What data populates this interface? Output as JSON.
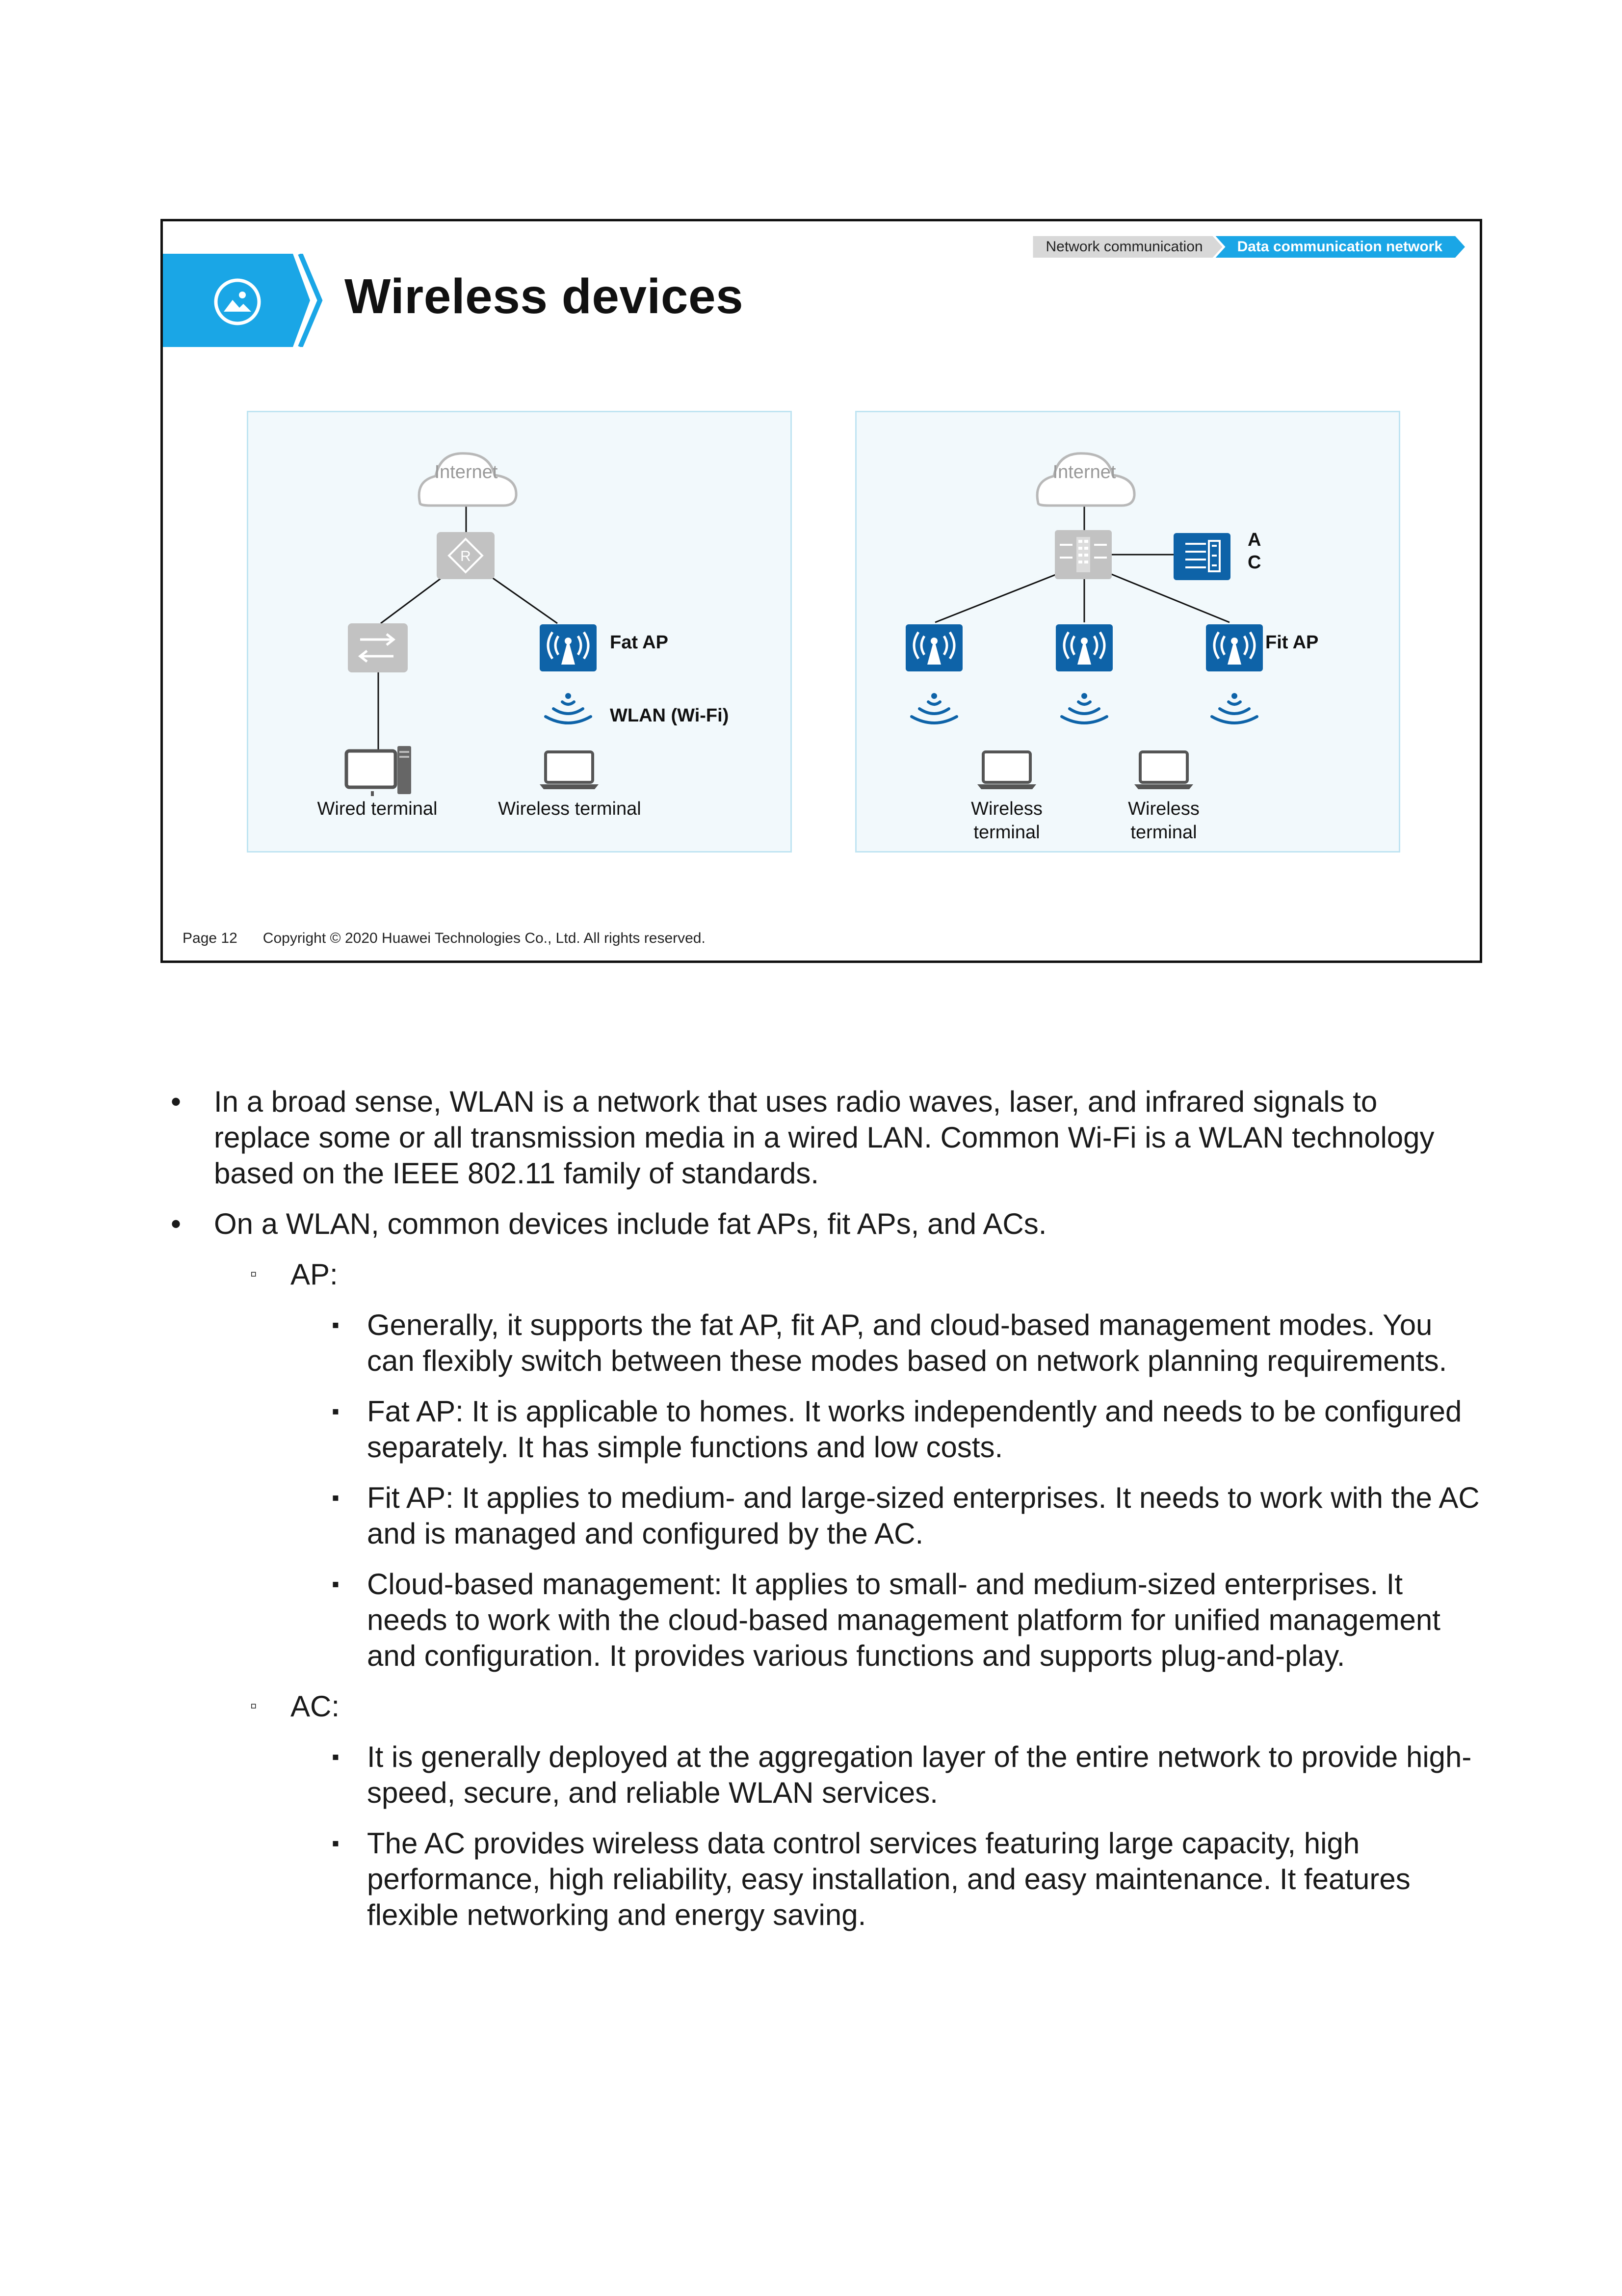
{
  "slide": {
    "breadcrumb": [
      "Network communication",
      "Data communication network"
    ],
    "title": "Wireless devices",
    "footer": {
      "page": "Page 12",
      "copyright": "Copyright © 2020 Huawei Technologies Co., Ltd. All rights reserved."
    },
    "left_diagram": {
      "cloud": "Internet",
      "fat_ap": "Fat AP",
      "wlan": "WLAN (Wi-Fi)",
      "wired_terminal": "Wired terminal",
      "wireless_terminal": "Wireless terminal"
    },
    "right_diagram": {
      "cloud": "Internet",
      "ac_line1": "A",
      "ac_line2": "C",
      "fit_ap": "Fit AP",
      "wireless_terminal_a": [
        "Wireless",
        "terminal"
      ],
      "wireless_terminal_b": [
        "Wireless",
        "terminal"
      ]
    }
  },
  "notes": {
    "p1": "In a broad sense, WLAN is a network that uses radio waves, laser, and infrared signals to replace some or all transmission media in a wired LAN. Common Wi-Fi is a WLAN technology based on the IEEE 802.11 family of standards.",
    "p2": "On a WLAN, common devices include fat APs, fit APs, and ACs.",
    "ap_head": "AP:",
    "ap_items": [
      "Generally, it supports the fat AP, fit AP, and cloud-based management modes. You can flexibly switch between these modes based on network planning requirements.",
      "Fat AP: It is applicable to homes. It works independently and needs to be configured separately. It has simple functions and low costs.",
      "Fit AP: It applies to medium- and large-sized enterprises. It needs to work with the AC and is managed and configured by the AC.",
      "Cloud-based management: It applies to small- and medium-sized enterprises. It needs to work with the cloud-based management platform for unified management and configuration. It provides various functions and supports plug-and-play."
    ],
    "ac_head": "AC:",
    "ac_items": [
      "It is generally deployed at the aggregation layer of the entire network to provide high-speed, secure, and reliable WLAN services.",
      "The AC provides wireless data control services featuring large capacity, high performance, high reliability, easy installation, and easy maintenance. It features flexible networking and energy saving."
    ]
  }
}
